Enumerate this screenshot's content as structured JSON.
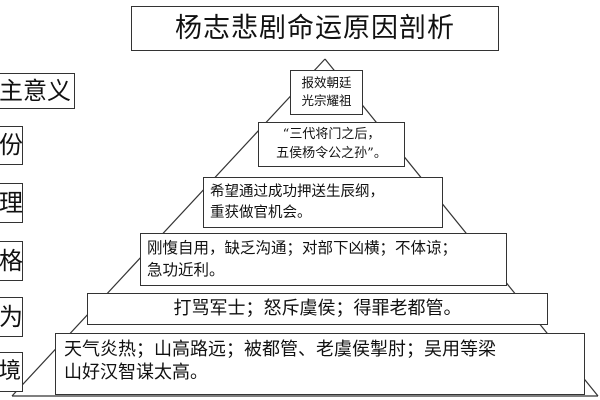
{
  "title": "杨志悲剧命运原因剖析",
  "left_labels": [
    "主意义",
    "份",
    "理",
    "格",
    "为",
    "境"
  ],
  "pyramid": {
    "level1": {
      "lines": [
        "报效朝廷",
        "光宗耀祖"
      ]
    },
    "level2": {
      "lines": [
        "“三代将门之后，",
        "五侯杨令公之孙”。"
      ]
    },
    "level3": {
      "lines": [
        "希望通过成功押送生辰纲，",
        "重获做官机会。"
      ]
    },
    "level4": {
      "lines": [
        "刚愎自用，缺乏沟通；对部下凶横；不体谅；",
        "急功近利。"
      ]
    },
    "level5": {
      "lines": [
        "打骂军士；怒斥虞侯；得罪老都管。"
      ]
    },
    "level6": {
      "lines": [
        "天气炎热；山高路远；被都管、老虞侯掣肘；吴用等梁",
        "山好汉智谋太高。"
      ]
    }
  },
  "colors": {
    "line": "#333333",
    "background": "#ffffff",
    "text": "#111111"
  }
}
